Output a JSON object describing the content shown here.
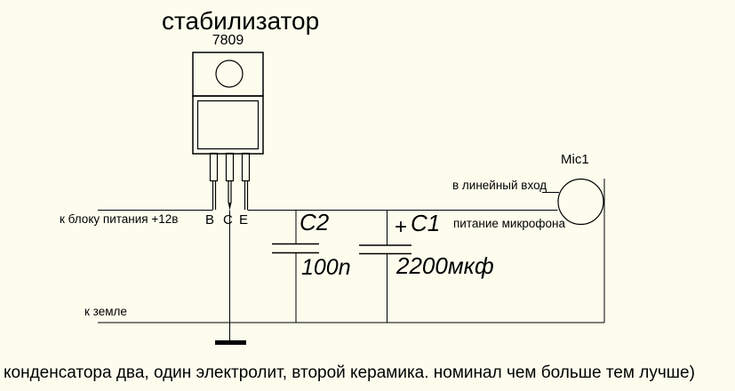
{
  "colors": {
    "background": "#FDFDEE",
    "ink": "#000000"
  },
  "title": "стабилизатор",
  "regulator": {
    "part": "7809",
    "pin_b": "B",
    "pin_c": "C",
    "pin_e": "E"
  },
  "wires": {
    "supply_label": "к блоку питания +12в",
    "ground_label": "к земле"
  },
  "capacitors": {
    "c2": {
      "name": "C2",
      "value": "100n"
    },
    "c1": {
      "name": "C1",
      "plus": "+",
      "value": "2200мкф"
    }
  },
  "mic": {
    "name": "Mic1",
    "line_input_label": "в линейный вход",
    "power_label": "питание микрофона"
  },
  "caption": "конденсатора два, один электролит, второй керамика. номинал чем больше тем лучше)"
}
